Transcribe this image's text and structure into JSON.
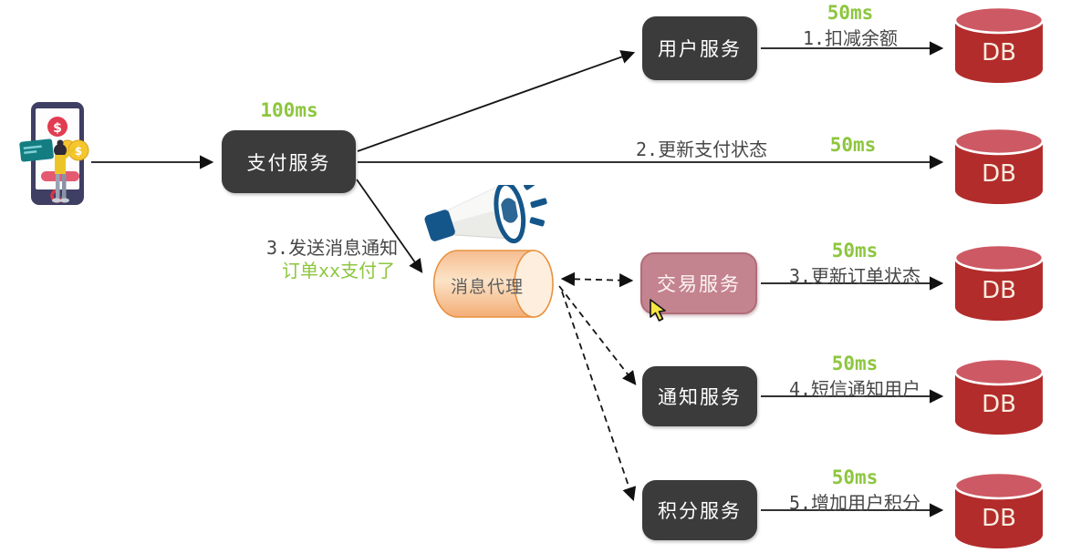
{
  "colors": {
    "timing_green": "#8dc63f",
    "service_box_dark": "#3b3b3b",
    "trade_box_pink": "#c3848f",
    "db_body_red": "#b22c2b",
    "db_top_red": "#cd5964",
    "broker_fill_peach": "#f9c79c",
    "broker_border_orange": "#e8913f",
    "label_dark": "#474747"
  },
  "nodes": {
    "client": {
      "name": "mobile-payment-user"
    },
    "payment_service": {
      "label": "支付服务",
      "latency": "100ms"
    },
    "user_service": {
      "label": "用户服务"
    },
    "message_broker": {
      "label": "消息代理"
    },
    "trade_service": {
      "label": "交易服务"
    },
    "notify_service": {
      "label": "通知服务"
    },
    "points_service": {
      "label": "积分服务"
    },
    "databases": {
      "label": "DB",
      "count": 5
    }
  },
  "edges": {
    "deduct_balance": {
      "step": "1.扣减余额",
      "latency": "50ms"
    },
    "update_payment_status": {
      "step": "2.更新支付状态",
      "latency": "50ms"
    },
    "send_message": {
      "step": "3.发送消息通知",
      "note": "订单xx支付了"
    },
    "update_order_status": {
      "step": "3.更新订单状态",
      "latency": "50ms"
    },
    "sms_notify_user": {
      "step": "4.短信通知用户",
      "latency": "50ms"
    },
    "add_user_points": {
      "step": "5.增加用户积分",
      "latency": "50ms"
    }
  }
}
